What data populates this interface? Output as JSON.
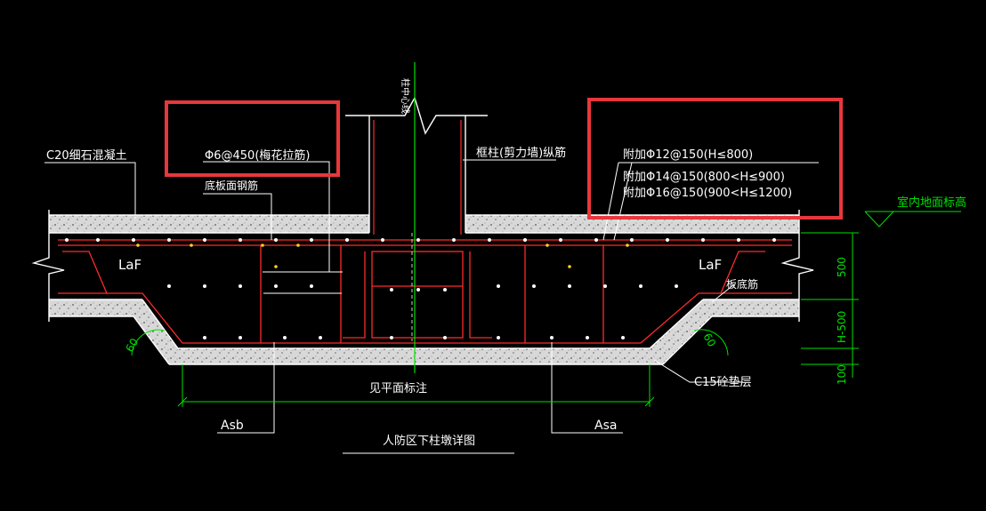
{
  "colors": {
    "background": "#000000",
    "linework": "#ffffff",
    "rebar": "#ff2a2a",
    "dimension": "#00e000",
    "highlight": "#e8373c",
    "concrete_fill": "#dcdcdc"
  },
  "labels": {
    "column_axis": "柱中心线",
    "concrete_fill": "C20细石混凝土",
    "tie_bar": "Φ6@450(梅花拉筋)",
    "top_rebar": "底板面钢筋",
    "column_rebar": "框柱(剪力墙)纵筋",
    "add_bar_1": "附加Φ12@150(H≤800)",
    "add_bar_2": "附加Φ14@150(800<H≤900)",
    "add_bar_3": "附加Φ16@150(900<H≤1200)",
    "floor_level": "室内地面标高",
    "laf_left": "LaF",
    "laf_right": "LaF",
    "bottom_rebar": "板底筋",
    "angle_left": "60",
    "angle_right": "60",
    "width_note": "见平面标注",
    "cushion": "C15砼垫层",
    "asb": "Asb",
    "asa": "Asa",
    "title": "人防区下柱墩详图"
  },
  "dimensions": {
    "d500": "500",
    "dH500": "H-500",
    "d100": "100"
  }
}
